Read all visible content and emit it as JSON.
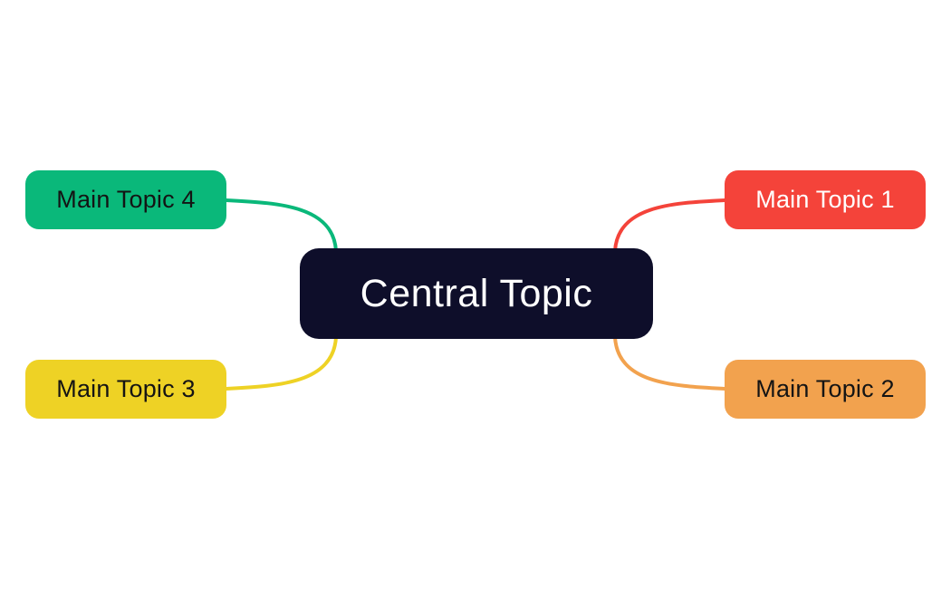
{
  "canvas": {
    "background": "#ffffff"
  },
  "central": {
    "label": "Central Topic",
    "bg": "#0e0e2a",
    "text_color": "#ffffff"
  },
  "topics": [
    {
      "label": "Main Topic 1",
      "bg": "#f4433a",
      "text_color": "#ffffff",
      "position": "top-right"
    },
    {
      "label": "Main Topic 2",
      "bg": "#f2a24e",
      "text_color": "#141414",
      "position": "bottom-right"
    },
    {
      "label": "Main Topic 3",
      "bg": "#eed225",
      "text_color": "#141414",
      "position": "bottom-left"
    },
    {
      "label": "Main Topic 4",
      "bg": "#0ab87a",
      "text_color": "#141414",
      "position": "top-left"
    }
  ]
}
